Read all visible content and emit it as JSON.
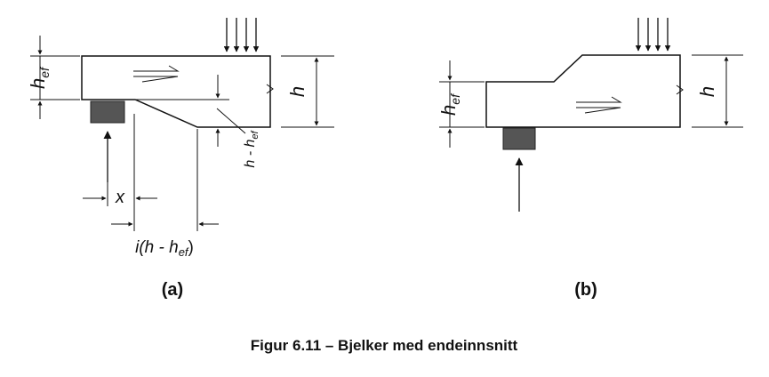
{
  "diagram": {
    "caption": "Figur 6.11 – Bjelker med endeinnsnitt",
    "panels": [
      {
        "id": "a",
        "label": "(a)",
        "dim_hef": {
          "main": "h",
          "sub": "ef"
        },
        "dim_h": "h",
        "dim_h_minus_hef": {
          "main": "h - h",
          "sub": "ef"
        },
        "dim_x": "x",
        "dim_slope": {
          "prefix": "i",
          "main": "(h - h",
          "sub": "ef",
          "suffix": ")"
        }
      },
      {
        "id": "b",
        "label": "(b)",
        "dim_hef": {
          "main": "h",
          "sub": "ef"
        },
        "dim_h": "h"
      }
    ],
    "colors": {
      "ink": "#111111",
      "support": "#555555",
      "background": "#ffffff"
    }
  }
}
